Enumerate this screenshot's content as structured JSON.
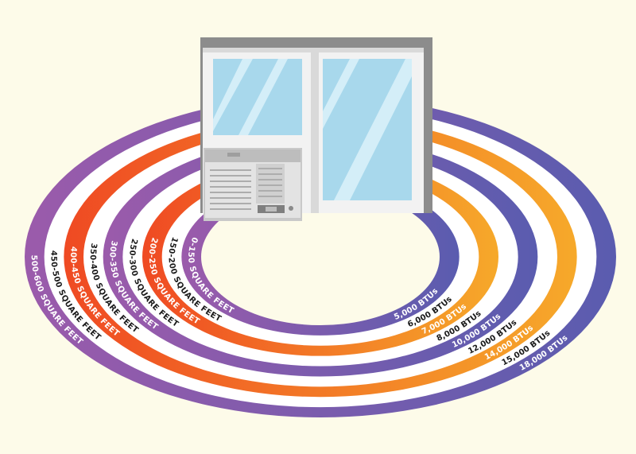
{
  "diagram": {
    "rings": [
      {
        "square_feet": "0-150 SQUARE FEET",
        "btu": "5,000 BTUs",
        "color_start": "#9b5bab",
        "color_end": "#5a5caf",
        "sq_text_color": "#ffffff",
        "btu_text_color": "#ffffff"
      },
      {
        "square_feet": "150-200 SQUARE FEET",
        "btu": "6,000 BTUs",
        "color_start": "#ffffff",
        "color_end": "#ffffff",
        "sq_text_color": "#1a1a1a",
        "btu_text_color": "#1a1a1a"
      },
      {
        "square_feet": "200-250 SQUARE FEET",
        "btu": "7,000 BTUs",
        "color_start": "#ef4a23",
        "color_end": "#f6a92a",
        "sq_text_color": "#ffffff",
        "btu_text_color": "#ffffff"
      },
      {
        "square_feet": "250-300 SQUARE FEET",
        "btu": "8,000 BTUs",
        "color_start": "#ffffff",
        "color_end": "#ffffff",
        "sq_text_color": "#1a1a1a",
        "btu_text_color": "#1a1a1a"
      },
      {
        "square_feet": "300-350 SQUARE FEET",
        "btu": "10,000 BTUs",
        "color_start": "#9b5bab",
        "color_end": "#5a5caf",
        "sq_text_color": "#ffffff",
        "btu_text_color": "#ffffff"
      },
      {
        "square_feet": "350-400 SQUARE FEET",
        "btu": "12,000 BTUs",
        "color_start": "#ffffff",
        "color_end": "#ffffff",
        "sq_text_color": "#1a1a1a",
        "btu_text_color": "#1a1a1a"
      },
      {
        "square_feet": "400-450 SQUARE FEET",
        "btu": "14,000 BTUs",
        "color_start": "#ef4a23",
        "color_end": "#f6a92a",
        "sq_text_color": "#ffffff",
        "btu_text_color": "#ffffff"
      },
      {
        "square_feet": "450-500 SQUARE FEET",
        "btu": "15,000 BTUs",
        "color_start": "#ffffff",
        "color_end": "#ffffff",
        "sq_text_color": "#1a1a1a",
        "btu_text_color": "#1a1a1a"
      },
      {
        "square_feet": "500-600 SQUARE FEET",
        "btu": "18,000 BTUs",
        "color_start": "#9b5bab",
        "color_end": "#5a5caf",
        "sq_text_color": "#ffffff",
        "btu_text_color": "#ffffff"
      }
    ],
    "background_color": "#fdfbe9",
    "icons": [
      "window-icon",
      "air-conditioner-icon"
    ]
  }
}
